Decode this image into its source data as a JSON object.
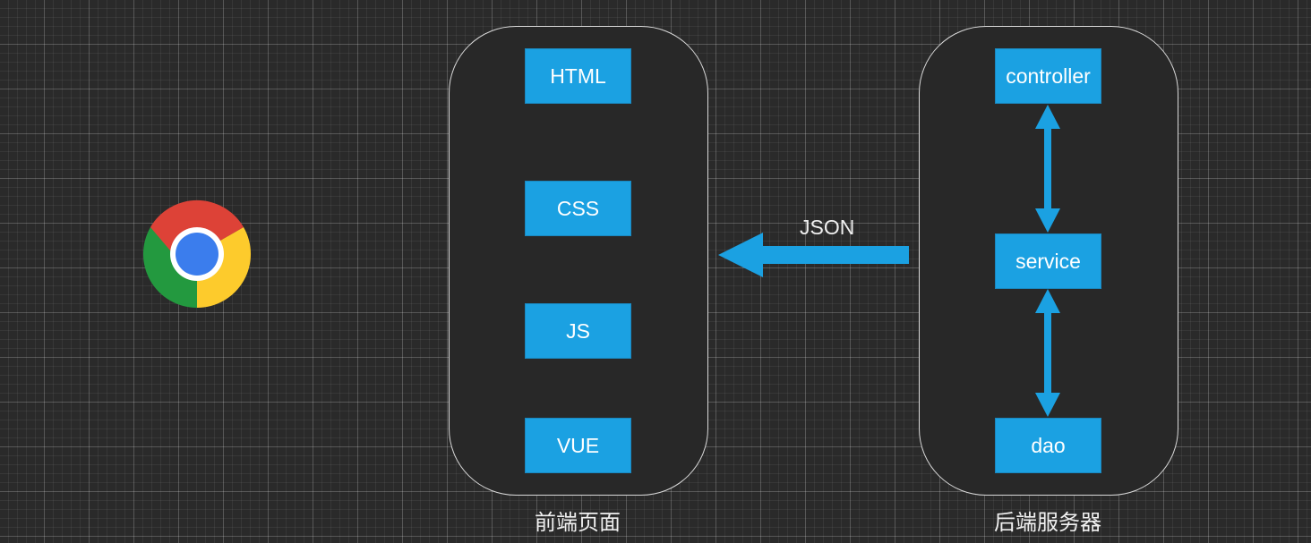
{
  "colors": {
    "box_fill": "#1ba1e2",
    "arrow": "#1ba1e2",
    "container_border": "#d9d9d9",
    "background": "#2a2a2a"
  },
  "browser_icon": "chrome-icon",
  "frontend": {
    "label": "前端页面",
    "items": [
      "HTML",
      "CSS",
      "JS",
      "VUE"
    ]
  },
  "backend": {
    "label": "后端服务器",
    "items": [
      "controller",
      "service",
      "dao"
    ]
  },
  "data_arrow": {
    "label": "JSON",
    "direction": "backend-to-frontend"
  }
}
